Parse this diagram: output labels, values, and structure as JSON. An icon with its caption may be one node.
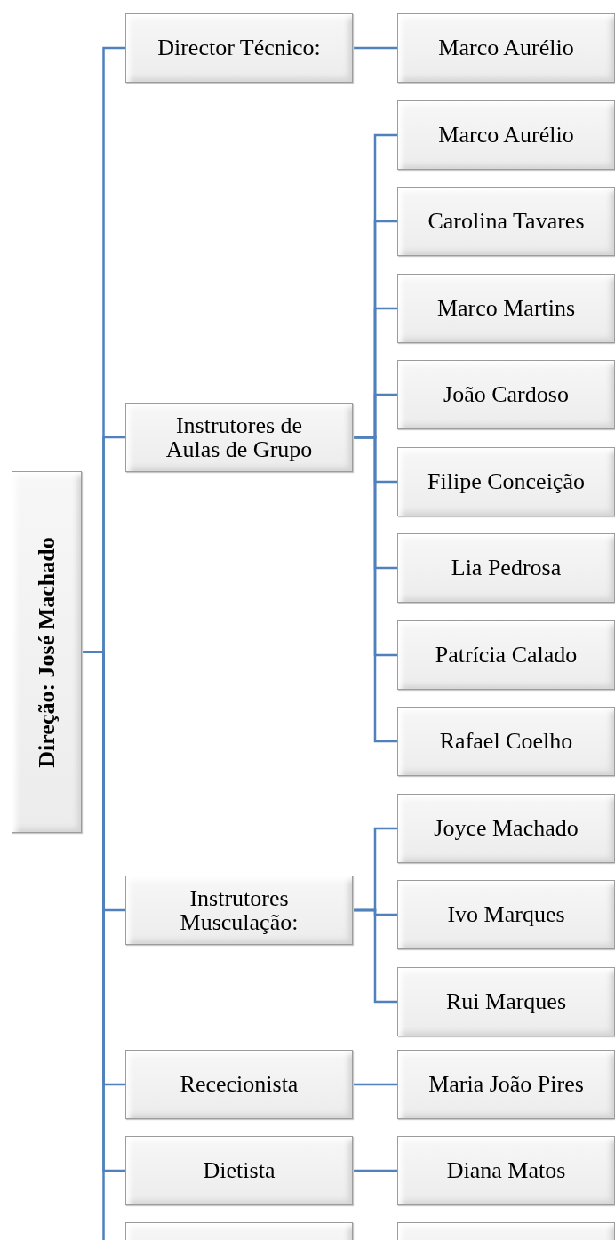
{
  "diagram": {
    "nodes": [
      {
        "text": [
          "Direção: José Machado"
        ]
      },
      {
        "text": [
          "Director Técnico:"
        ]
      },
      {
        "text": [
          "Marco Aurélio"
        ]
      },
      {
        "text": [
          "Instrutores de Aulas de Grupo"
        ]
      },
      {
        "text": [
          "Marco Aurélio"
        ]
      },
      {
        "text": [
          "Carolina Tavares"
        ]
      },
      {
        "text": [
          "Marco Martins"
        ]
      },
      {
        "text": [
          "João Cardoso"
        ]
      },
      {
        "text": [
          "Filipe Conceição"
        ]
      },
      {
        "text": [
          "Lia Pedrosa"
        ]
      },
      {
        "text": [
          "Patrícia Calado"
        ]
      },
      {
        "text": [
          "Rafael Coelho"
        ]
      },
      {
        "text": [
          "Instrutores Musculação:"
        ]
      },
      {
        "text": [
          "Joyce Machado"
        ]
      },
      {
        "text": [
          "Ivo Marques"
        ]
      },
      {
        "text": [
          "Rui Marques"
        ]
      },
      {
        "text": [
          "Rececionista"
        ]
      },
      {
        "text": [
          "Maria João Pires"
        ]
      },
      {
        "text": [
          "Dietista"
        ]
      },
      {
        "text": [
          "Diana Matos"
        ]
      },
      {
        "text": [],
        "shape": "box"
      },
      {
        "text": [],
        "shape": "box"
      }
    ],
    "edges": [
      {
        "from": 0,
        "to": 1,
        "arrow": "none"
      },
      {
        "from": 1,
        "to": 2,
        "arrow": "none"
      },
      {
        "from": 0,
        "to": 3,
        "arrow": "none"
      },
      {
        "from": 3,
        "to": 4,
        "arrow": "none"
      },
      {
        "from": 3,
        "to": 5,
        "arrow": "none"
      },
      {
        "from": 3,
        "to": 6,
        "arrow": "none"
      },
      {
        "from": 3,
        "to": 7,
        "arrow": "none"
      },
      {
        "from": 3,
        "to": 8,
        "arrow": "none"
      },
      {
        "from": 3,
        "to": 9,
        "arrow": "none"
      },
      {
        "from": 3,
        "to": 10,
        "arrow": "none"
      },
      {
        "from": 3,
        "to": 11,
        "arrow": "none"
      },
      {
        "from": 0,
        "to": 12,
        "arrow": "none"
      },
      {
        "from": 12,
        "to": 13,
        "arrow": "none"
      },
      {
        "from": 12,
        "to": 14,
        "arrow": "none"
      },
      {
        "from": 12,
        "to": 15,
        "arrow": "none"
      },
      {
        "from": 0,
        "to": 16,
        "arrow": "none"
      },
      {
        "from": 16,
        "to": 17,
        "arrow": "none"
      },
      {
        "from": 0,
        "to": 18,
        "arrow": "none"
      },
      {
        "from": 18,
        "to": 19,
        "arrow": "none"
      },
      {
        "from": 0,
        "to": 20,
        "arrow": "none"
      }
    ]
  }
}
